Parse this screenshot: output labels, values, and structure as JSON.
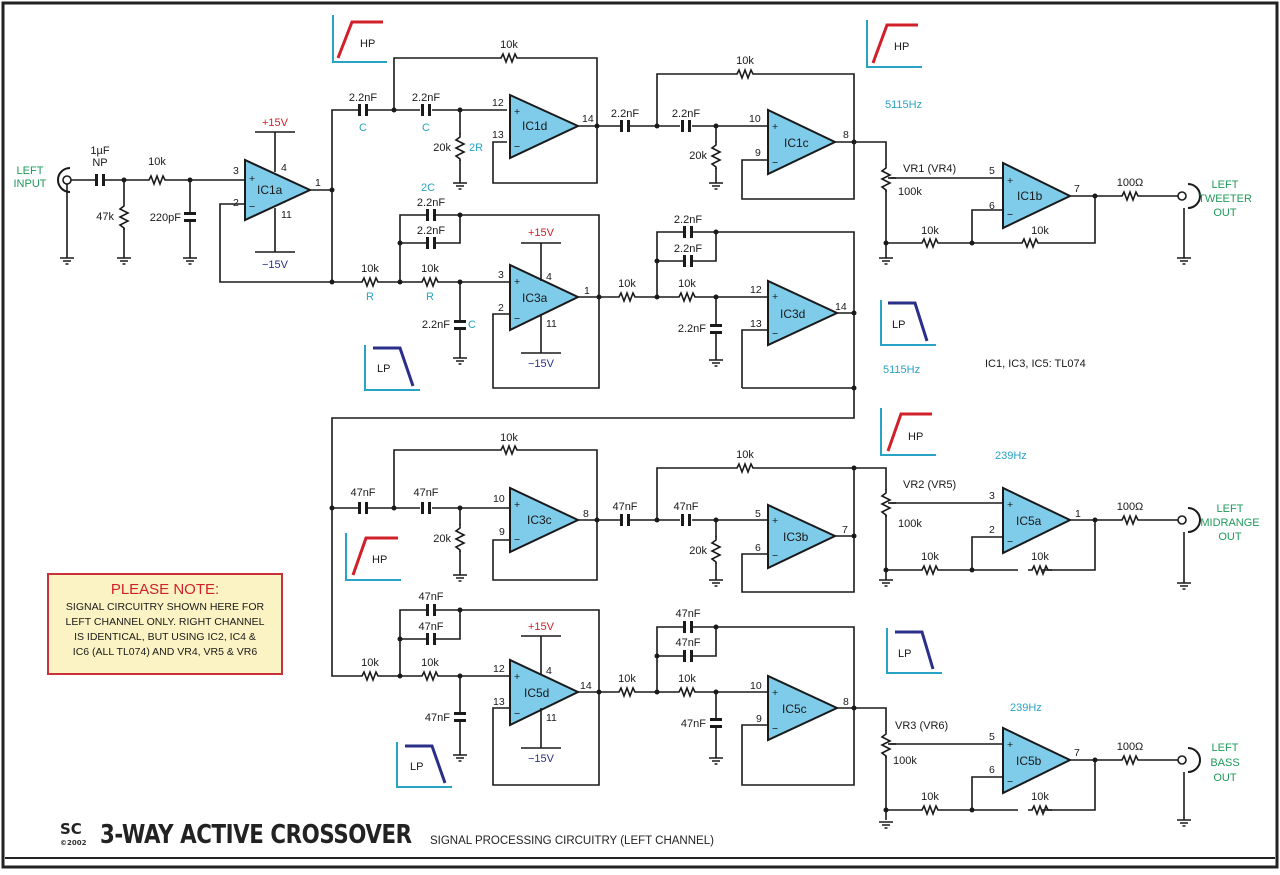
{
  "title": {
    "logo": "SC",
    "copyright": "©2002",
    "main": "3-WAY ACTIVE CROSSOVER",
    "subtitle": "SIGNAL PROCESSING CIRCUITRY (LEFT CHANNEL)"
  },
  "note": {
    "heading": "PLEASE NOTE:",
    "lines": [
      "SIGNAL CIRCUITRY SHOWN HERE FOR",
      "LEFT CHANNEL ONLY. RIGHT CHANNEL",
      "IS IDENTICAL, BUT USING IC2, IC4 &",
      "IC6 (ALL TL074) AND VR4, VR5 & VR6"
    ]
  },
  "ic_note": "IC1, IC3, IC5:  TL074",
  "colors": {
    "opamp_fill": "#7fcbea",
    "hp_curve": "#d0202a",
    "lp_curve": "#2a2f8a",
    "axis": "#29a3c4",
    "io_label": "#1f9a5a",
    "positive_rail": "#d0202a",
    "negative_rail": "#2a2f8a"
  },
  "rails": {
    "positive": "+15V",
    "negative": "−15V"
  },
  "connectors": {
    "input": [
      "LEFT",
      "INPUT"
    ],
    "tweeter": [
      "LEFT",
      "TWEETER",
      "OUT"
    ],
    "midrange": [
      "LEFT",
      "MIDRANGE",
      "OUT"
    ],
    "bass": [
      "LEFT",
      "BASS",
      "OUT"
    ]
  },
  "filter_badges": {
    "hp": "HP",
    "lp": "LP"
  },
  "frequencies": {
    "tweeter": "5115Hz",
    "midrange": "239Hz"
  },
  "symbols": {
    "C": "C",
    "R": "R",
    "2R": "2R",
    "2C": "2C"
  },
  "opamps": {
    "IC1a": {
      "name": "IC1a",
      "pins": [
        "3",
        "2",
        "1",
        "4",
        "11"
      ]
    },
    "IC1d": {
      "name": "IC1d",
      "pins": [
        "12",
        "13",
        "14"
      ]
    },
    "IC1c": {
      "name": "IC1c",
      "pins": [
        "10",
        "9",
        "8"
      ]
    },
    "IC1b": {
      "name": "IC1b",
      "pins": [
        "5",
        "6",
        "7"
      ]
    },
    "IC3a": {
      "name": "IC3a",
      "pins": [
        "3",
        "2",
        "1",
        "4",
        "11"
      ]
    },
    "IC3d": {
      "name": "IC3d",
      "pins": [
        "12",
        "13",
        "14"
      ]
    },
    "IC3c": {
      "name": "IC3c",
      "pins": [
        "10",
        "9",
        "8"
      ]
    },
    "IC3b": {
      "name": "IC3b",
      "pins": [
        "5",
        "6",
        "7"
      ]
    },
    "IC5a": {
      "name": "IC5a",
      "pins": [
        "3",
        "2",
        "1"
      ]
    },
    "IC5d": {
      "name": "IC5d",
      "pins": [
        "12",
        "13",
        "14",
        "4",
        "11"
      ]
    },
    "IC5c": {
      "name": "IC5c",
      "pins": [
        "10",
        "9",
        "8"
      ]
    },
    "IC5b": {
      "name": "IC5b",
      "pins": [
        "5",
        "6",
        "7"
      ]
    }
  },
  "values": {
    "c_1uF": "1µF",
    "np": "NP",
    "r10k": "10k",
    "r47k": "47k",
    "c220pF": "220pF",
    "c2n2": "2.2nF",
    "r20k": "20k",
    "c47n": "47nF",
    "r100k": "100k",
    "r100": "100Ω",
    "vr1": "VR1 (VR4)",
    "vr2": "VR2 (VR5)",
    "vr3": "VR3 (VR6)"
  }
}
